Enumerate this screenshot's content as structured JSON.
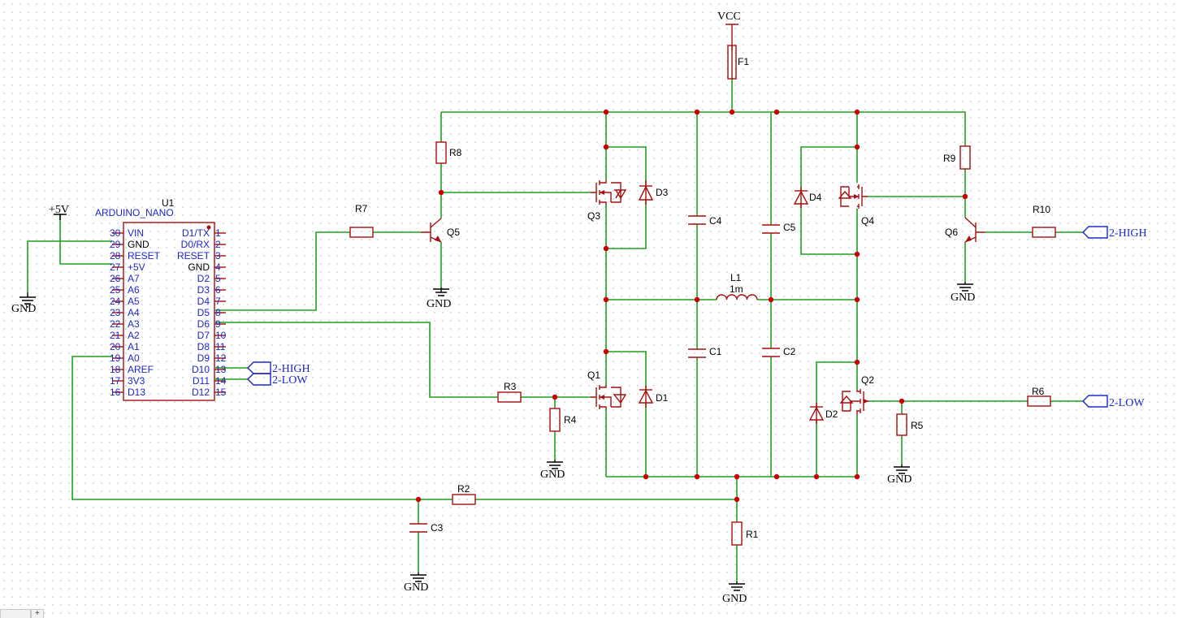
{
  "power": {
    "vcc": "VCC",
    "plus5v": "+5V",
    "gnd": "GND"
  },
  "mcu": {
    "ref": "U1",
    "name": "ARDUINO_NANO",
    "left_pins": [
      {
        "num": "30",
        "name": "VIN"
      },
      {
        "num": "29",
        "name": "GND"
      },
      {
        "num": "28",
        "name": "RESET"
      },
      {
        "num": "27",
        "name": "+5V"
      },
      {
        "num": "26",
        "name": "A7"
      },
      {
        "num": "25",
        "name": "A6"
      },
      {
        "num": "24",
        "name": "A5"
      },
      {
        "num": "23",
        "name": "A4"
      },
      {
        "num": "22",
        "name": "A3"
      },
      {
        "num": "21",
        "name": "A2"
      },
      {
        "num": "20",
        "name": "A1"
      },
      {
        "num": "19",
        "name": "A0"
      },
      {
        "num": "18",
        "name": "AREF"
      },
      {
        "num": "17",
        "name": "3V3"
      },
      {
        "num": "16",
        "name": "D13"
      }
    ],
    "right_pins": [
      {
        "num": "1",
        "name": "D1/TX"
      },
      {
        "num": "2",
        "name": "D0/RX"
      },
      {
        "num": "3",
        "name": "RESET"
      },
      {
        "num": "4",
        "name": "GND"
      },
      {
        "num": "5",
        "name": "D2"
      },
      {
        "num": "6",
        "name": "D3"
      },
      {
        "num": "7",
        "name": "D4"
      },
      {
        "num": "8",
        "name": "D5"
      },
      {
        "num": "9",
        "name": "D6"
      },
      {
        "num": "10",
        "name": "D7"
      },
      {
        "num": "11",
        "name": "D8"
      },
      {
        "num": "12",
        "name": "D9"
      },
      {
        "num": "13",
        "name": "D10"
      },
      {
        "num": "14",
        "name": "D11"
      },
      {
        "num": "15",
        "name": "D12"
      }
    ]
  },
  "nets": {
    "high": "2-HIGH",
    "low": "2-LOW"
  },
  "parts": {
    "F1": "F1",
    "L1": "L1",
    "L1_value": "1m",
    "R1": "R1",
    "R2": "R2",
    "R3": "R3",
    "R4": "R4",
    "R5": "R5",
    "R6": "R6",
    "R7": "R7",
    "R8": "R8",
    "R9": "R9",
    "R10": "R10",
    "C1": "C1",
    "C2": "C2",
    "C3": "C3",
    "C4": "C4",
    "C5": "C5",
    "D1": "D1",
    "D2": "D2",
    "D3": "D3",
    "D4": "D4",
    "Q1": "Q1",
    "Q2": "Q2",
    "Q3": "Q3",
    "Q4": "Q4",
    "Q5": "Q5",
    "Q6": "Q6"
  },
  "tabs": {
    "add": "+"
  }
}
